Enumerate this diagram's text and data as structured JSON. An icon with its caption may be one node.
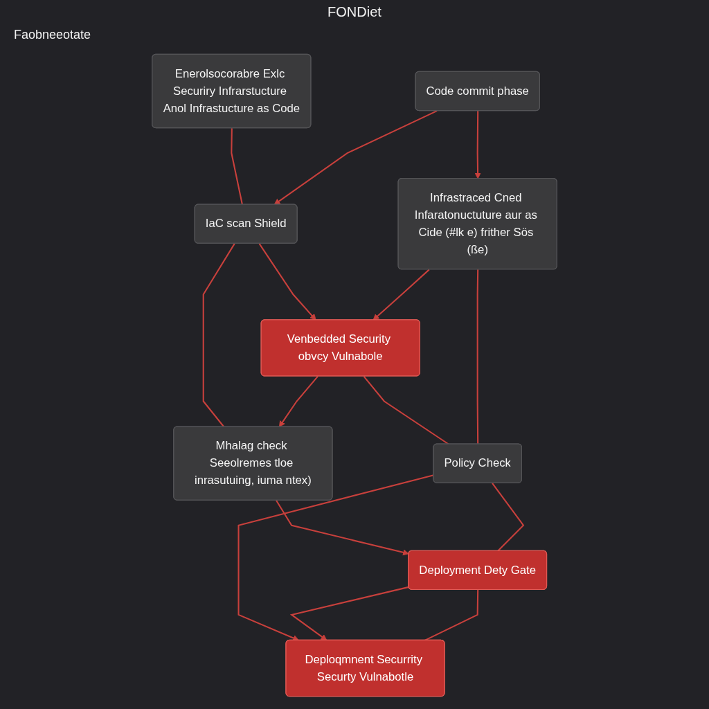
{
  "diagram": {
    "title": "FONDiet",
    "nodes": [
      {
        "text": [
          "Enerolsocorabre Exlc Securiry Infrarstucture Anol Infrastucture as Code"
        ]
      },
      {
        "text": [
          "Code commit phase"
        ]
      },
      {
        "text": [
          "IaC scan Shield"
        ]
      },
      {
        "text": [
          "Infrastraced Cned Infaratonuctuture aur as Cide (#lk e) frither Sös (ße)"
        ]
      },
      {
        "text": [
          "Venbedded Security obvcy Vulnabole"
        ]
      },
      {
        "text": [
          "Mhalag check Seeolremes tloe inrasutuing, iuma ntex)"
        ]
      },
      {
        "text": [
          "Policy Check"
        ]
      },
      {
        "text": [
          "Deployment Dety Gate"
        ]
      },
      {
        "text": [
          "Deploqmnent Securrity Securty Vulnabotle"
        ]
      }
    ],
    "edges": [
      {
        "from": 0,
        "to": 2,
        "arrow": "none"
      },
      {
        "from": 1,
        "to": 2,
        "arrow": "to"
      },
      {
        "from": 1,
        "to": 3,
        "arrow": "to"
      },
      {
        "from": 2,
        "to": 4,
        "arrow": "to"
      },
      {
        "from": 2,
        "to": 5,
        "arrow": "none"
      },
      {
        "from": 3,
        "to": 4,
        "arrow": "to"
      },
      {
        "from": 4,
        "to": 5,
        "arrow": "to"
      },
      {
        "from": 4,
        "to": 6,
        "arrow": "none"
      },
      {
        "from": 3,
        "to": 6,
        "arrow": "none"
      },
      {
        "from": 5,
        "to": 7,
        "arrow": "to"
      },
      {
        "from": 6,
        "to": 8,
        "arrow": "to"
      },
      {
        "from": 6,
        "to": 7,
        "arrow": "none"
      },
      {
        "from": 7,
        "to": 8,
        "arrow": "to"
      },
      {
        "from": 8,
        "to": 7,
        "arrow": "none"
      }
    ],
    "labels": [
      "Faobneeotate"
    ]
  }
}
